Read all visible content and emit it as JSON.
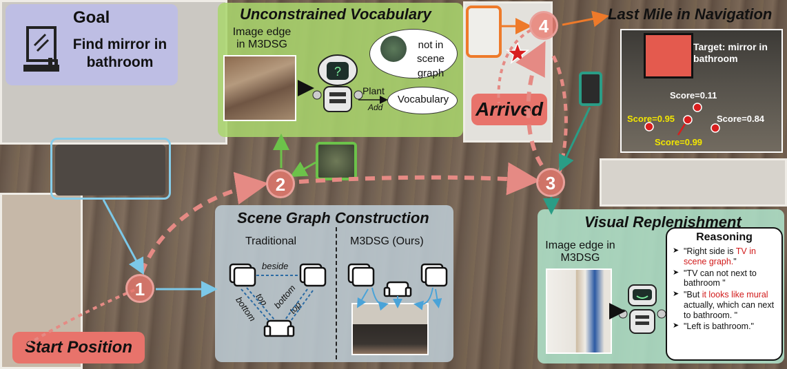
{
  "goal": {
    "title": "Goal",
    "text": "Find mirror in bathroom"
  },
  "vocab": {
    "title": "Unconstrained Vocabulary",
    "image_edge": "Image edge in M3DSG",
    "bubble": "not in scene graph",
    "plant": "Plant",
    "add": "Add",
    "vocabulary": "Vocabulary"
  },
  "lastmile": {
    "title": "Last Mile in Navigation",
    "target": "Target: mirror in bathroom",
    "scores": [
      "Score=0.11",
      "Score=0.95",
      "Score=0.84",
      "Score=0.99"
    ]
  },
  "arrived": "Arrived",
  "start": "Start Position",
  "sgc": {
    "title": "Scene Graph Construction",
    "traditional": "Traditional",
    "m3dsg": "M3DSG (Ours)",
    "beside": "beside",
    "bottom": "bottom",
    "top": "top"
  },
  "visual": {
    "title": "Visual Replenishment",
    "image_edge": "Image edge in M3DSG",
    "reasoning_title": "Reasoning",
    "r1a": "\"Right side is ",
    "r1b": "TV in scene graph.",
    "r1c": "\"",
    "r2": "\"TV can not next to bathroom \"",
    "r3a": "\"But ",
    "r3b": "it looks like mural",
    "r3c": " actually, which can next to bathroom. \"",
    "r4": "\"Left is bathroom.\""
  },
  "steps": [
    "1",
    "2",
    "3",
    "4"
  ],
  "colors": {
    "path": "#e58a84",
    "green": "#6cc24a",
    "teal": "#2a9d86",
    "orange": "#ee7a2a",
    "blue": "#7cc8e8",
    "red": "#d11a1a",
    "score_yellow": "#f2e600"
  },
  "icons": {
    "goal": "mirror-sink-icon",
    "robot": "robot-icon",
    "sofa": "sofa-icon",
    "tv": "tv-icon",
    "star": "star-icon"
  }
}
